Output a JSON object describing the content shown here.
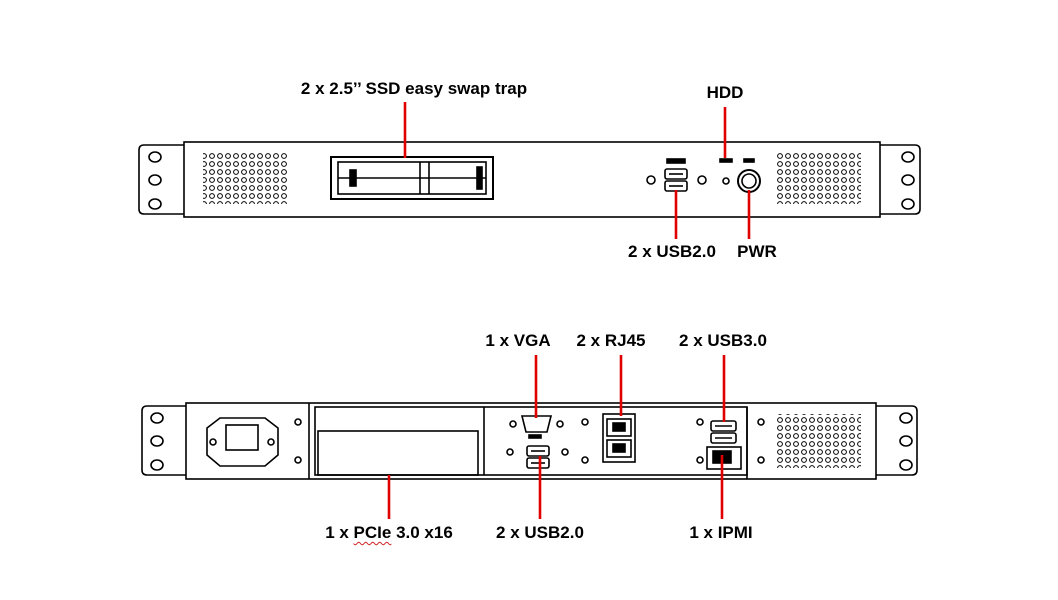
{
  "front_panel": {
    "labels": {
      "ssd": "2 x 2.5’’ SSD easy swap trap",
      "hdd": "HDD",
      "usb": "2 x USB2.0",
      "pwr": "PWR"
    }
  },
  "rear_panel": {
    "labels": {
      "vga": "1 x VGA",
      "rj45": "2 x RJ45",
      "usb3": "2 x USB3.0",
      "pcie_prefix": "1 x ",
      "pcie_word": "PCIe",
      "pcie_suffix": " 3.0 x16",
      "usb2": "2 x USB2.0",
      "ipmi": "1 x IPMI"
    }
  },
  "colors": {
    "callout_line": "#e00000",
    "outline": "#000000",
    "background": "#ffffff"
  }
}
